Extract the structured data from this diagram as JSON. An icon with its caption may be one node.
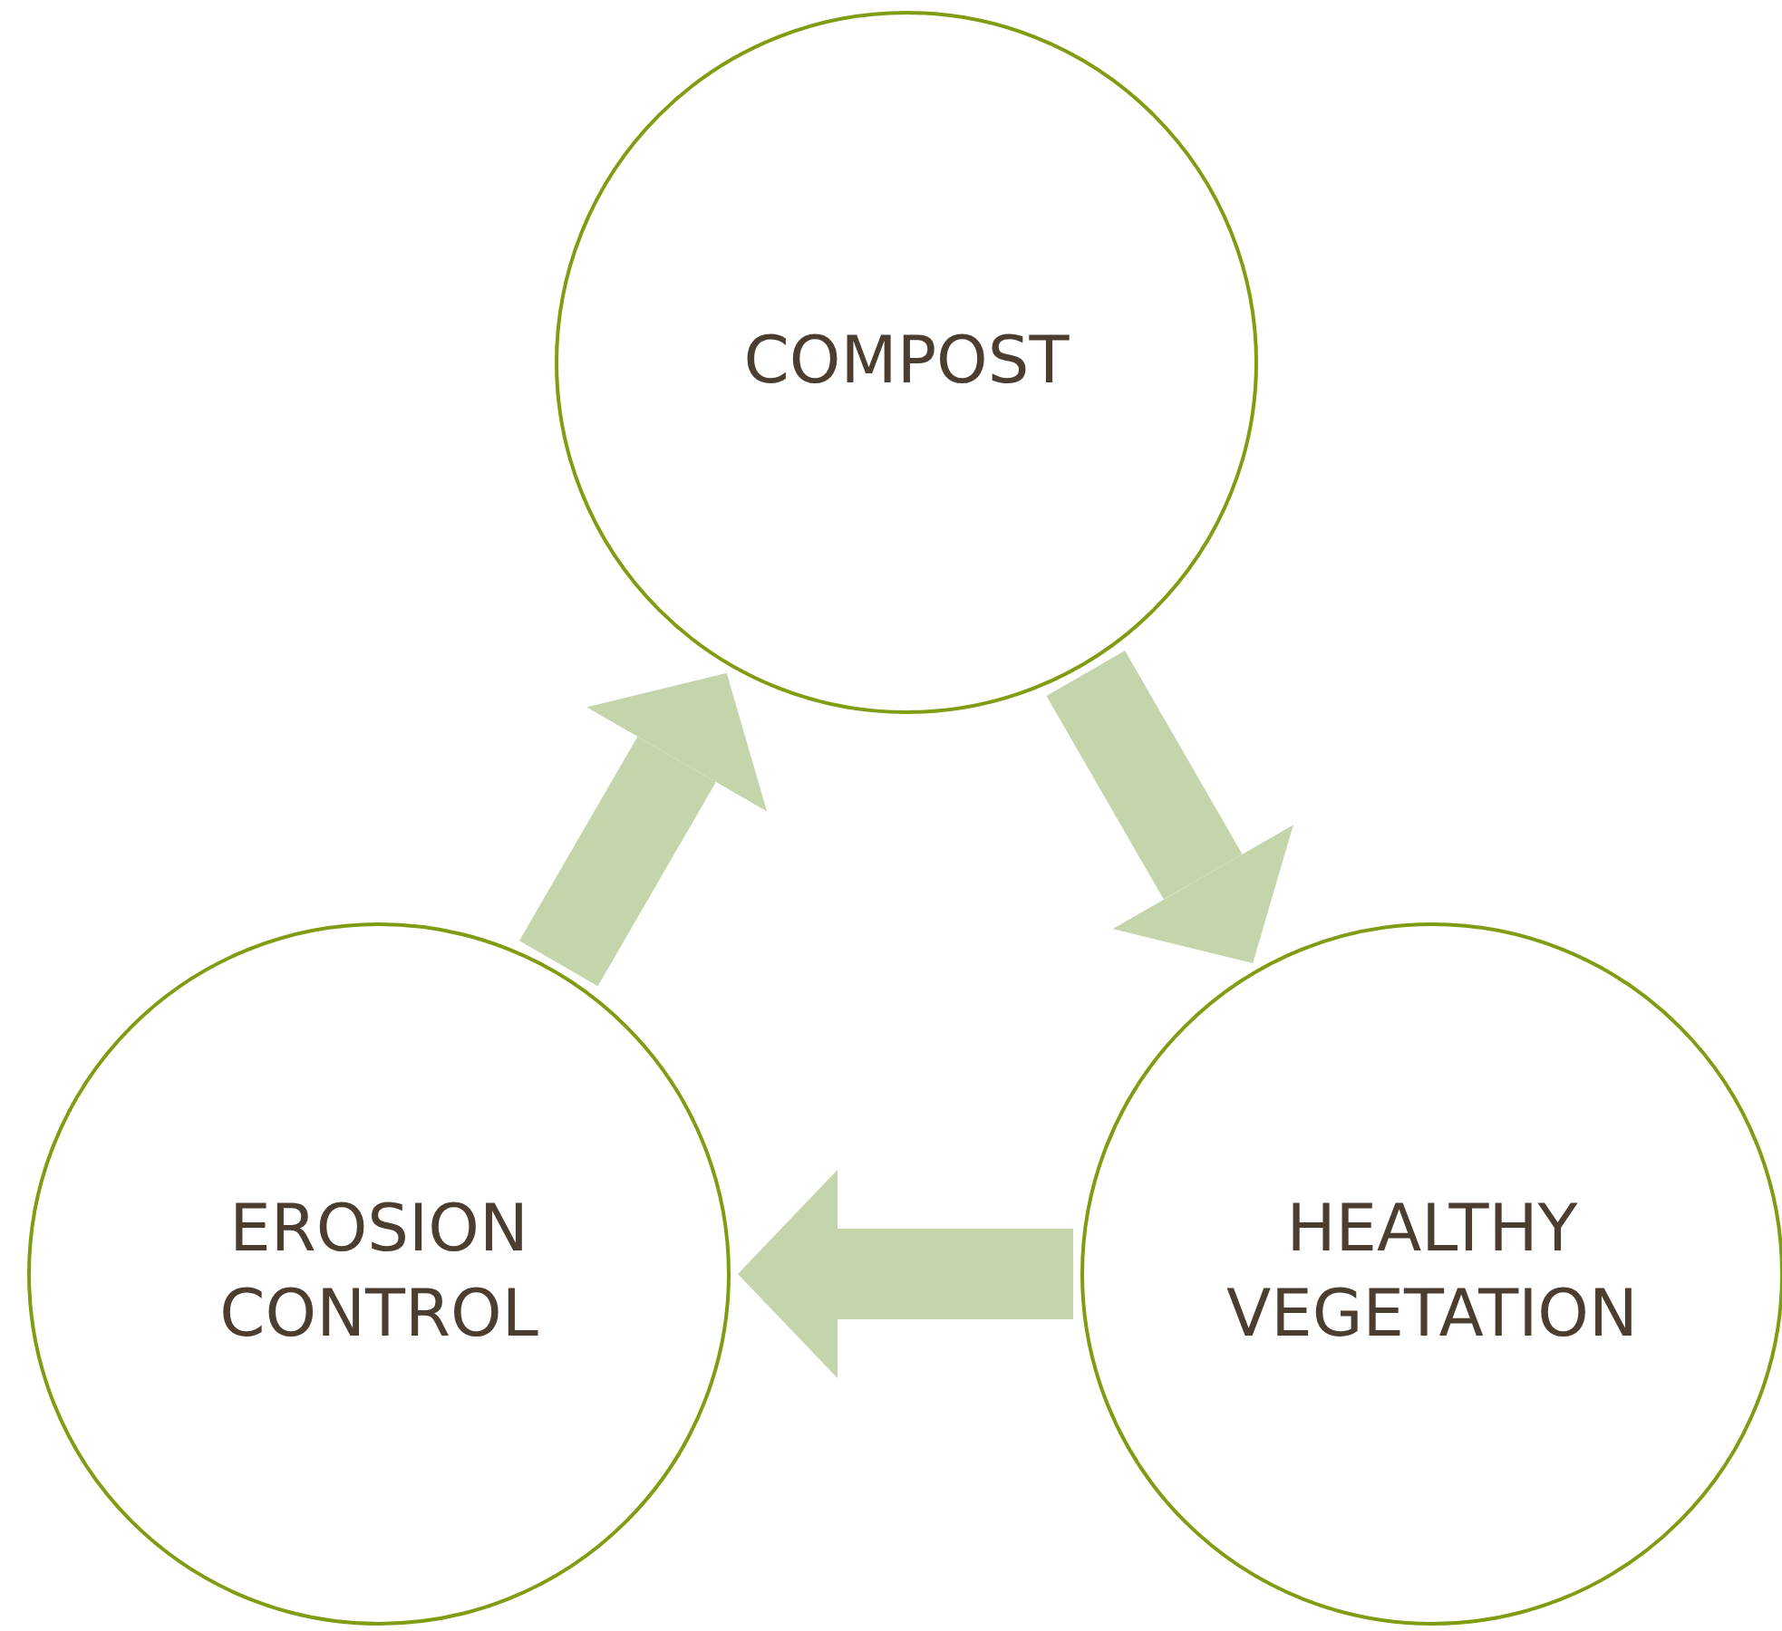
{
  "diagram": {
    "nodes": [
      {
        "text": [
          "COMPOST"
        ]
      },
      {
        "text": [
          "HEALTHY VEGETATION"
        ]
      },
      {
        "text": [
          "EROSION CONTROL"
        ]
      }
    ],
    "edges": [
      {
        "from": 0,
        "to": 1,
        "arrow": "to"
      },
      {
        "from": 1,
        "to": 2,
        "arrow": "to"
      },
      {
        "from": 2,
        "to": 0,
        "arrow": "to"
      }
    ]
  }
}
